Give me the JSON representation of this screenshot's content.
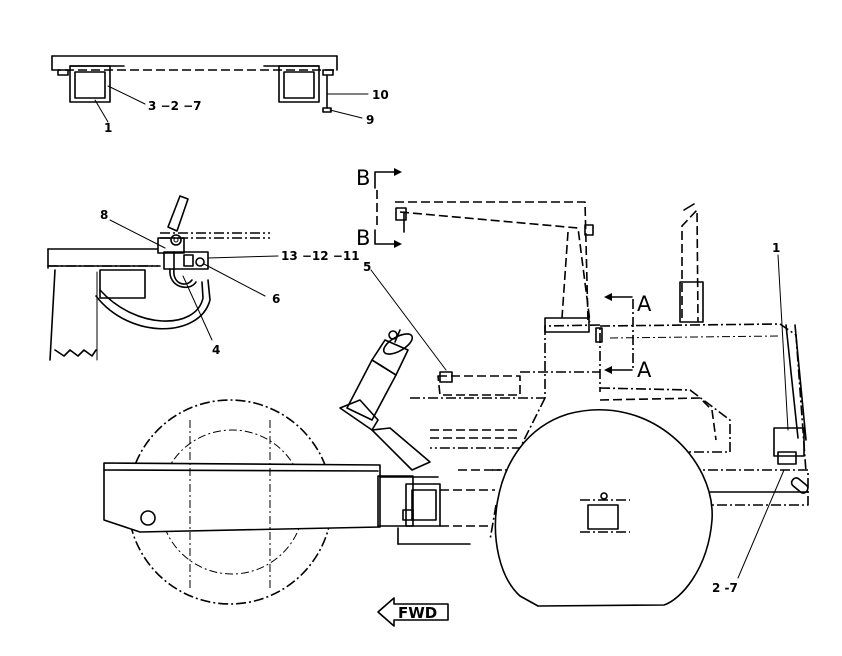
{
  "callouts": {
    "c1_top": "1",
    "c3_2_7": "3 −2 −7",
    "c10": "10",
    "c9": "9",
    "c8": "8",
    "c13_12_11": "13 −12 −11",
    "c6": "6",
    "c4": "4",
    "c5": "5",
    "c1_right": "1",
    "c2_7": "2 -7"
  },
  "views": {
    "b_upper": "B",
    "b_lower": "B",
    "a_upper": "A",
    "a_lower": "A"
  },
  "direction": {
    "label": "FWD",
    "arrow_icon": "left-arrow-icon"
  }
}
